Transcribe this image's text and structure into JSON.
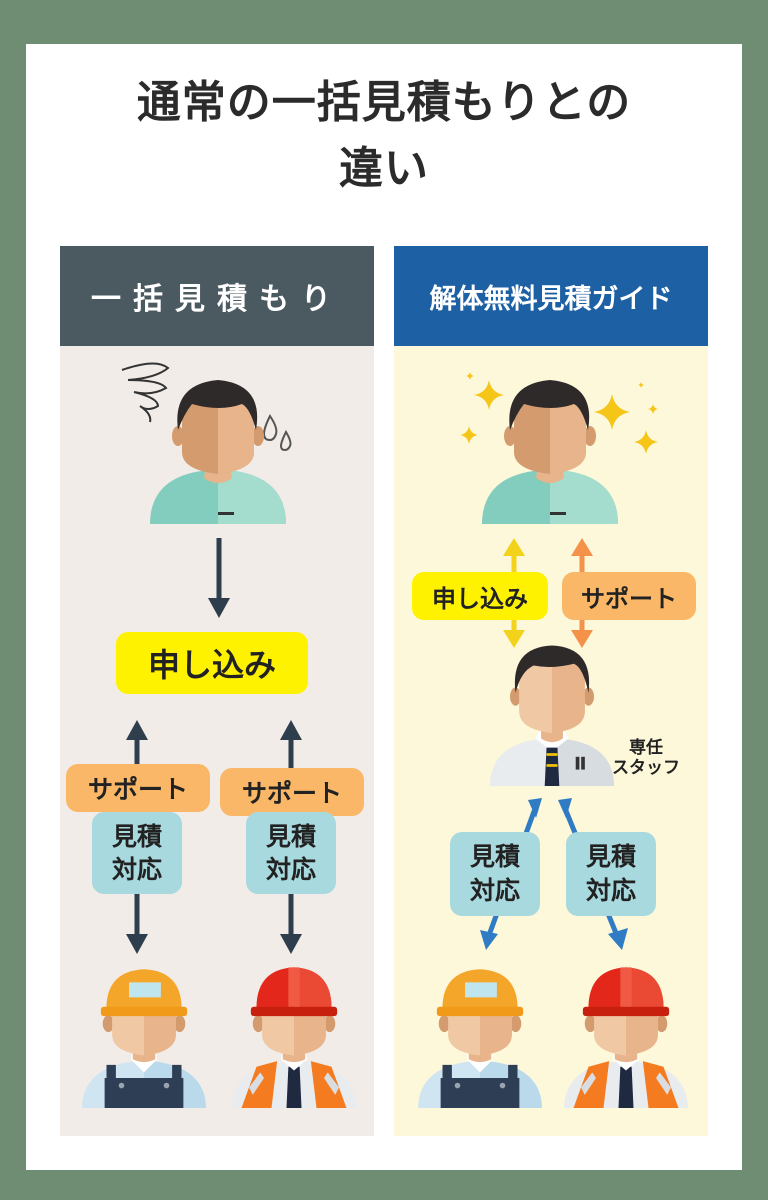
{
  "title_line1": "通常の一括見積もりとの",
  "title_line2": "違い",
  "left": {
    "header": "一括見積もり",
    "apply_label": "申し込み",
    "support_label": "サポート",
    "estimate_label_line1": "見積",
    "estimate_label_line2": "対応"
  },
  "right": {
    "header": "解体無料見積ガイド",
    "apply_label": "申し込み",
    "support_label": "サポート",
    "staff_label_line1": "専任",
    "staff_label_line2": "スタッフ",
    "estimate_label_line1": "見積",
    "estimate_label_line2": "対応"
  },
  "colors": {
    "background": "#6f8d72",
    "left_header": "#4b5961",
    "right_header": "#1d60a4",
    "apply_tag": "#fff200",
    "support_tag": "#f9b767",
    "estimate_tag": "#a8d9df"
  }
}
